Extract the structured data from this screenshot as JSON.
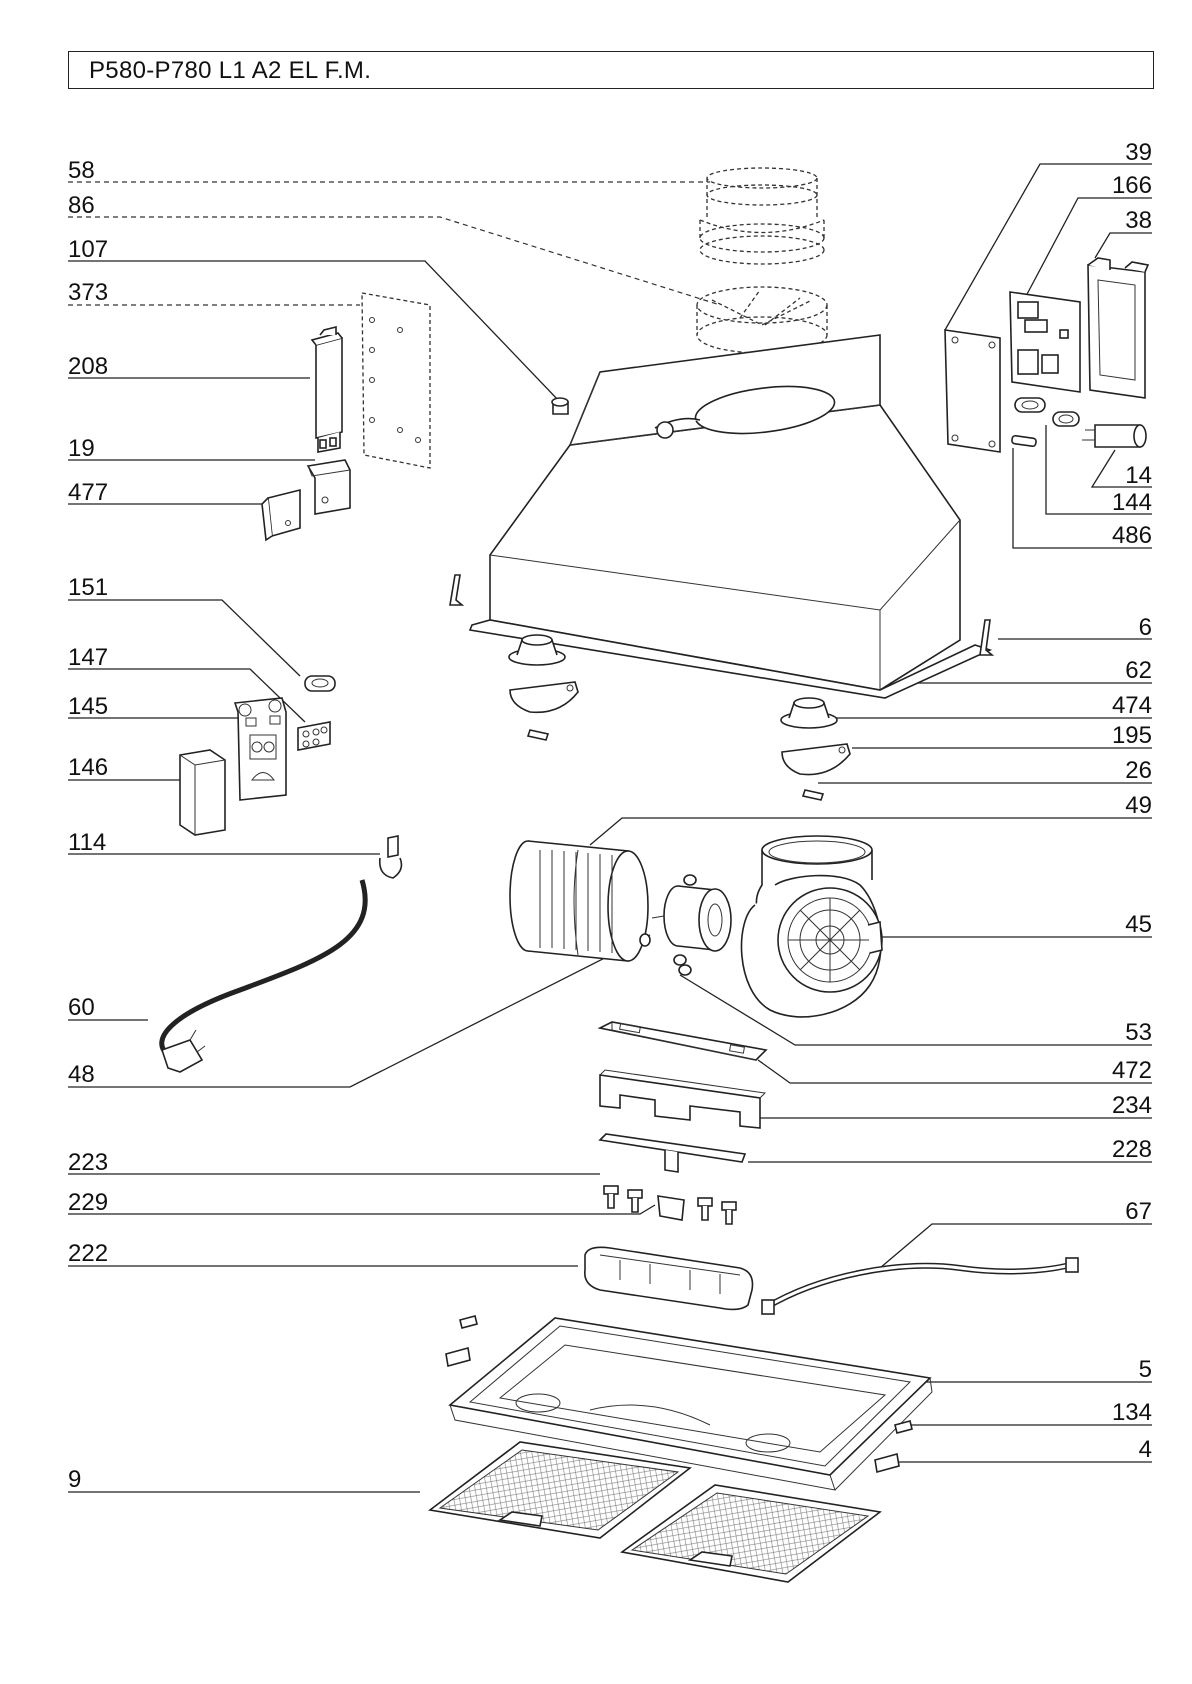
{
  "header": {
    "title": "P580-P780   L1 A2 EL  F.M."
  },
  "callouts": {
    "c58": "58",
    "c86": "86",
    "c107": "107",
    "c373": "373",
    "c208": "208",
    "c19": "19",
    "c477": "477",
    "c151": "151",
    "c147": "147",
    "c145": "145",
    "c146": "146",
    "c114": "114",
    "c60": "60",
    "c48": "48",
    "c223": "223",
    "c229": "229",
    "c222": "222",
    "c9": "9",
    "c39": "39",
    "c166": "166",
    "c38": "38",
    "c14": "14",
    "c144": "144",
    "c486": "486",
    "c6": "6",
    "c62": "62",
    "c474": "474",
    "c195": "195",
    "c26": "26",
    "c49": "49",
    "c45": "45",
    "c53": "53",
    "c472": "472",
    "c234": "234",
    "c228": "228",
    "c67": "67",
    "c5": "5",
    "c134": "134",
    "c4": "4"
  }
}
